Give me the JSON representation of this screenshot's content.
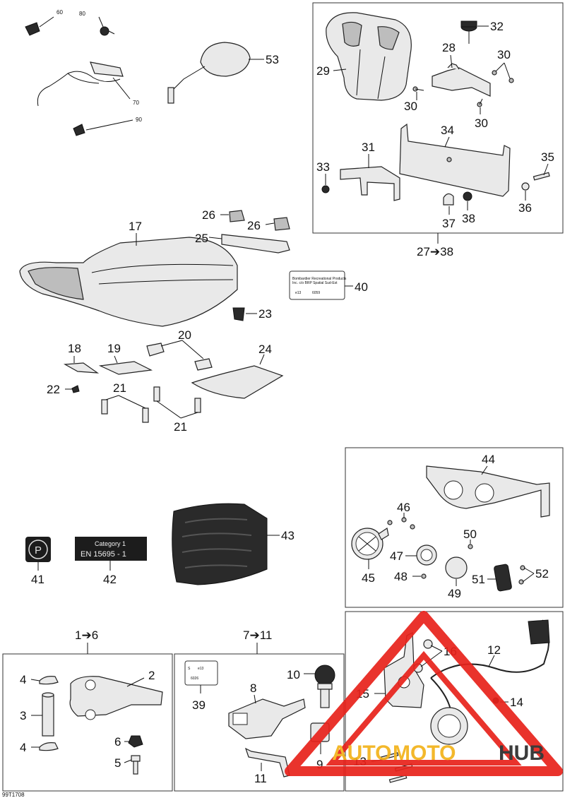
{
  "diagram_code": "99T1708",
  "callouts": {
    "c1_6": "1➔6",
    "c7_11": "7➔11",
    "c27_38": "27➔38",
    "n2": "2",
    "n3": "3",
    "n4a": "4",
    "n4b": "4",
    "n5": "5",
    "n6": "6",
    "n8": "8",
    "n9": "9",
    "n10": "10",
    "n11": "11",
    "n12": "12",
    "n13": "13",
    "n14": "14",
    "n15": "15",
    "n16": "16",
    "n17": "17",
    "n18": "18",
    "n19": "19",
    "n20": "20",
    "n21a": "21",
    "n21b": "21",
    "n22": "22",
    "n23": "23",
    "n24": "24",
    "n25": "25",
    "n26a": "26",
    "n26b": "26",
    "n28": "28",
    "n29": "29",
    "n30a": "30",
    "n30b": "30",
    "n30c": "30",
    "n31": "31",
    "n32": "32",
    "n33": "33",
    "n34": "34",
    "n35": "35",
    "n36": "36",
    "n37": "37",
    "n38": "38",
    "n39": "39",
    "n40": "40",
    "n41": "41",
    "n42": "42",
    "n43": "43",
    "n44": "44",
    "n45": "45",
    "n46": "46",
    "n47": "47",
    "n48": "48",
    "n49": "49",
    "n50": "50",
    "n51": "51",
    "n52": "52",
    "n53": "53",
    "n60": "60",
    "n70": "70",
    "n80": "80",
    "n90": "90"
  },
  "label_42": {
    "line1": "Category 1",
    "line2": "EN  15695  -  1"
  },
  "label_40": {
    "line1": "Bombardier Recreational Products",
    "line2": "Inc. c/o BRP Spatial Sud-Est",
    "code_left": "e13",
    "code_right": "6059"
  },
  "label_39": {
    "code_a": "S",
    "code_b": "e13",
    "code_c": "6026"
  },
  "watermark": {
    "part1": "AUTO",
    "part2": "MOTO",
    "part3": "HUB"
  },
  "colors": {
    "watermark_red": "#e8221b",
    "watermark_yellow": "#f2b21a",
    "watermark_dark": "#2b2b2b"
  }
}
